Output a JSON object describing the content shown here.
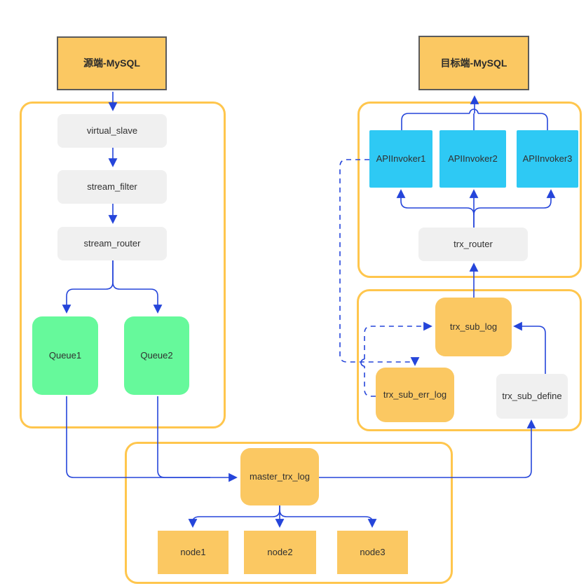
{
  "diagram": {
    "source_title": "源端-MySQL",
    "target_title": "目标端-MySQL",
    "nodes": {
      "virtual_slave": "virtual_slave",
      "stream_filter": "stream_filter",
      "stream_router": "stream_router",
      "queue1": "Queue1",
      "queue2": "Queue2",
      "api_invoker1": "APIInvoker1",
      "api_invoker2": "APIInvoker2",
      "api_invoker3": "APIInvoker3",
      "trx_router": "trx_router",
      "trx_sub_log": "trx_sub_log",
      "trx_sub_err_log": "trx_sub_err_log",
      "trx_sub_define": "trx_sub_define",
      "master_trx_log": "master_trx_log",
      "node1": "node1",
      "node2": "node2",
      "node3": "node3"
    },
    "edges": [
      {
        "from": "源端-MySQL",
        "to": "virtual_slave",
        "style": "solid"
      },
      {
        "from": "virtual_slave",
        "to": "stream_filter",
        "style": "solid"
      },
      {
        "from": "stream_filter",
        "to": "stream_router",
        "style": "solid"
      },
      {
        "from": "stream_router",
        "to": "Queue1",
        "style": "solid"
      },
      {
        "from": "stream_router",
        "to": "Queue2",
        "style": "solid"
      },
      {
        "from": "Queue1",
        "to": "master_trx_log",
        "style": "solid"
      },
      {
        "from": "Queue2",
        "to": "master_trx_log",
        "style": "solid"
      },
      {
        "from": "master_trx_log",
        "to": "node1",
        "style": "solid"
      },
      {
        "from": "master_trx_log",
        "to": "node2",
        "style": "solid"
      },
      {
        "from": "master_trx_log",
        "to": "node3",
        "style": "solid"
      },
      {
        "from": "master_trx_log",
        "to": "trx_sub_define",
        "style": "solid"
      },
      {
        "from": "trx_sub_define",
        "to": "trx_sub_log",
        "style": "solid"
      },
      {
        "from": "trx_sub_log",
        "to": "trx_router",
        "style": "solid"
      },
      {
        "from": "trx_router",
        "to": "APIInvoker1",
        "style": "solid"
      },
      {
        "from": "trx_router",
        "to": "APIInvoker2",
        "style": "solid"
      },
      {
        "from": "trx_router",
        "to": "APIInvoker3",
        "style": "solid"
      },
      {
        "from": "APIInvoker1",
        "to": "目标端-MySQL",
        "style": "solid"
      },
      {
        "from": "APIInvoker2",
        "to": "目标端-MySQL",
        "style": "solid"
      },
      {
        "from": "APIInvoker3",
        "to": "目标端-MySQL",
        "style": "solid"
      },
      {
        "from": "APIInvoker1",
        "to": "trx_sub_err_log",
        "style": "dashed"
      },
      {
        "from": "trx_sub_err_log",
        "to": "trx_sub_log",
        "style": "dashed"
      }
    ],
    "colors": {
      "orange_fill": "#FBC862",
      "container_border": "#FFC64D",
      "cyan_fill": "#2EC9F4",
      "green_fill": "#66F99B",
      "gray_fill": "#F0F0F0",
      "edge_blue": "#2545DA",
      "mysql_border": "#5B5B5B"
    }
  }
}
